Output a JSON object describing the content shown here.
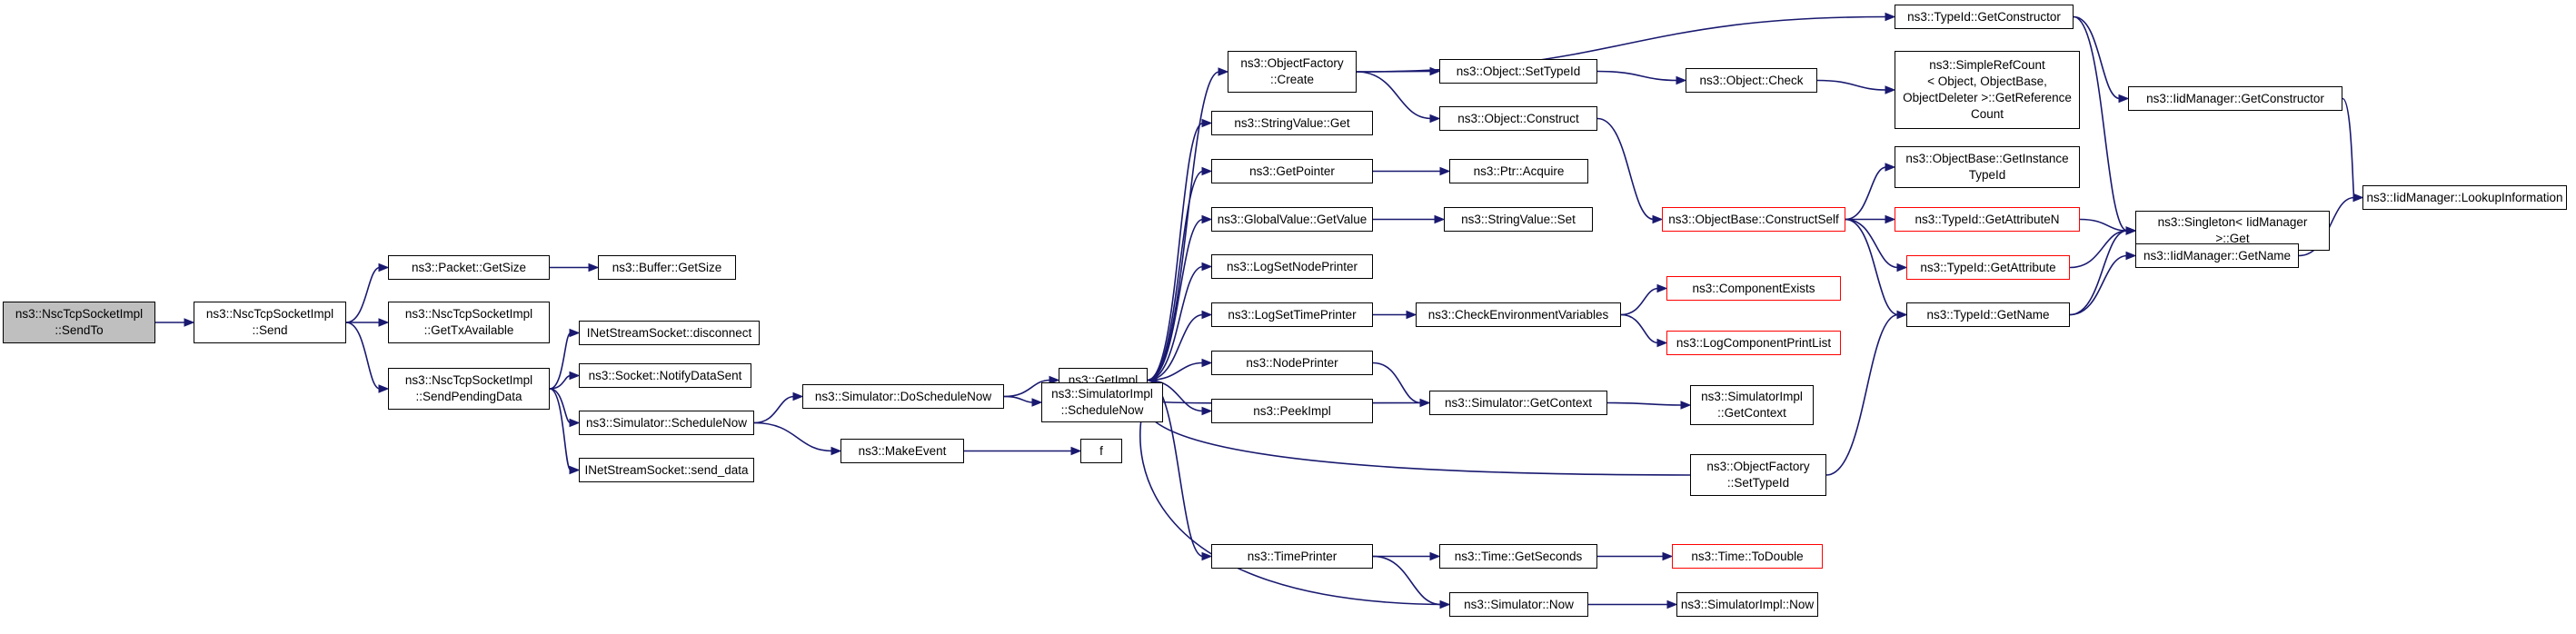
{
  "colors": {
    "edge": "#191970",
    "border": "#000000",
    "truncated_border": "#ff0000",
    "root_fill": "#bfbfbf"
  },
  "nodes": [
    {
      "id": "sendto",
      "label": "ns3::NscTcpSocketImpl\n::SendTo",
      "type": "root"
    },
    {
      "id": "send",
      "label": "ns3::NscTcpSocketImpl\n::Send"
    },
    {
      "id": "getsize",
      "label": "ns3::Packet::GetSize"
    },
    {
      "id": "buffergetsize",
      "label": "ns3::Buffer::GetSize"
    },
    {
      "id": "gettx",
      "label": "ns3::NscTcpSocketImpl\n::GetTxAvailable"
    },
    {
      "id": "sendpending",
      "label": "ns3::NscTcpSocketImpl\n::SendPendingData"
    },
    {
      "id": "disconnect",
      "label": "INetStreamSocket::disconnect"
    },
    {
      "id": "notifydata",
      "label": "ns3::Socket::NotifyDataSent"
    },
    {
      "id": "schednow",
      "label": "ns3::Simulator::ScheduleNow"
    },
    {
      "id": "senddata",
      "label": "INetStreamSocket::send_data"
    },
    {
      "id": "doschednow",
      "label": "ns3::Simulator::DoScheduleNow"
    },
    {
      "id": "makeevent",
      "label": "ns3::MakeEvent"
    },
    {
      "id": "getimpl",
      "label": "ns3::GetImpl"
    },
    {
      "id": "simimplsched",
      "label": "ns3::SimulatorImpl\n::ScheduleNow"
    },
    {
      "id": "f",
      "label": "f"
    },
    {
      "id": "objfactcreate",
      "label": "ns3::ObjectFactory\n::Create"
    },
    {
      "id": "strvalget",
      "label": "ns3::StringValue::Get"
    },
    {
      "id": "getpointer",
      "label": "ns3::GetPointer"
    },
    {
      "id": "globalget",
      "label": "ns3::GlobalValue::GetValue"
    },
    {
      "id": "logsetnode",
      "label": "ns3::LogSetNodePrinter"
    },
    {
      "id": "logsettime",
      "label": "ns3::LogSetTimePrinter"
    },
    {
      "id": "nodeprinter",
      "label": "ns3::NodePrinter"
    },
    {
      "id": "peekimpl",
      "label": "ns3::PeekImpl"
    },
    {
      "id": "timeprinter",
      "label": "ns3::TimePrinter"
    },
    {
      "id": "objsettypeid",
      "label": "ns3::Object::SetTypeId"
    },
    {
      "id": "objconstruct",
      "label": "ns3::Object::Construct"
    },
    {
      "id": "ptracquire",
      "label": "ns3::Ptr::Acquire"
    },
    {
      "id": "strvalset",
      "label": "ns3::StringValue::Set"
    },
    {
      "id": "checkenv",
      "label": "ns3::CheckEnvironmentVariables"
    },
    {
      "id": "simgetctx",
      "label": "ns3::Simulator::GetContext"
    },
    {
      "id": "timegetsec",
      "label": "ns3::Time::GetSeconds"
    },
    {
      "id": "simnow",
      "label": "ns3::Simulator::Now"
    },
    {
      "id": "typeidgetctor",
      "label": "ns3::TypeId::GetConstructor"
    },
    {
      "id": "objcheck",
      "label": "ns3::Object::Check"
    },
    {
      "id": "simplerefcount",
      "label": "ns3::SimpleRefCount\n< Object, ObjectBase,\nObjectDeleter >::GetReference\nCount"
    },
    {
      "id": "objbasegetinst",
      "label": "ns3::ObjectBase::GetInstance\nTypeId"
    },
    {
      "id": "constructself",
      "label": "ns3::ObjectBase::ConstructSelf",
      "type": "red"
    },
    {
      "id": "typeidgetattrn",
      "label": "ns3::TypeId::GetAttributeN",
      "type": "red"
    },
    {
      "id": "typeidgetattr",
      "label": "ns3::TypeId::GetAttribute",
      "type": "red"
    },
    {
      "id": "typeidgetname",
      "label": "ns3::TypeId::GetName"
    },
    {
      "id": "compexists",
      "label": "ns3::ComponentExists",
      "type": "red"
    },
    {
      "id": "logcompprint",
      "label": "ns3::LogComponentPrintList",
      "type": "red"
    },
    {
      "id": "simimplgetctx",
      "label": "ns3::SimulatorImpl\n::GetContext"
    },
    {
      "id": "objfactsettypeid",
      "label": "ns3::ObjectFactory\n::SetTypeId"
    },
    {
      "id": "timetodouble",
      "label": "ns3::Time::ToDouble",
      "type": "red"
    },
    {
      "id": "simimplnow",
      "label": "ns3::SimulatorImpl::Now"
    },
    {
      "id": "iidgetctor",
      "label": "ns3::IidManager::GetConstructor"
    },
    {
      "id": "singletonget",
      "label": "ns3::Singleton< IidManager\n>::Get"
    },
    {
      "id": "iidgetname",
      "label": "ns3::IidManager::GetName"
    },
    {
      "id": "iidlookup",
      "label": "ns3::IidManager::LookupInformation"
    }
  ],
  "edges": [
    [
      "sendto",
      "send"
    ],
    [
      "send",
      "getsize"
    ],
    [
      "send",
      "gettx"
    ],
    [
      "send",
      "sendpending"
    ],
    [
      "getsize",
      "buffergetsize"
    ],
    [
      "sendpending",
      "disconnect"
    ],
    [
      "sendpending",
      "notifydata"
    ],
    [
      "sendpending",
      "schednow"
    ],
    [
      "sendpending",
      "senddata"
    ],
    [
      "schednow",
      "doschednow"
    ],
    [
      "schednow",
      "makeevent"
    ],
    [
      "doschednow",
      "getimpl"
    ],
    [
      "doschednow",
      "simimplsched"
    ],
    [
      "makeevent",
      "f"
    ],
    [
      "getimpl",
      "objfactcreate"
    ],
    [
      "getimpl",
      "strvalget"
    ],
    [
      "getimpl",
      "getpointer"
    ],
    [
      "getimpl",
      "globalget"
    ],
    [
      "getimpl",
      "logsetnode"
    ],
    [
      "getimpl",
      "logsettime"
    ],
    [
      "getimpl",
      "nodeprinter"
    ],
    [
      "getimpl",
      "peekimpl"
    ],
    [
      "getimpl",
      "timeprinter"
    ],
    [
      "objfactcreate",
      "typeidgetctor"
    ],
    [
      "objfactcreate",
      "objsettypeid"
    ],
    [
      "objfactcreate",
      "objconstruct"
    ],
    [
      "getpointer",
      "ptracquire"
    ],
    [
      "globalget",
      "strvalset"
    ],
    [
      "logsettime",
      "checkenv"
    ],
    [
      "nodeprinter",
      "simgetctx"
    ],
    [
      "timeprinter",
      "timegetsec"
    ],
    [
      "timeprinter",
      "simnow"
    ],
    [
      "objsettypeid",
      "objcheck"
    ],
    [
      "objcheck",
      "simplerefcount"
    ],
    [
      "objconstruct",
      "constructself"
    ],
    [
      "constructself",
      "objbasegetinst"
    ],
    [
      "constructself",
      "typeidgetattrn"
    ],
    [
      "constructself",
      "typeidgetattr"
    ],
    [
      "constructself",
      "typeidgetname"
    ],
    [
      "checkenv",
      "compexists"
    ],
    [
      "checkenv",
      "logcompprint"
    ],
    [
      "simgetctx",
      "simimplgetctx"
    ],
    [
      "timegetsec",
      "timetodouble"
    ],
    [
      "simnow",
      "simimplnow"
    ],
    [
      "simnow",
      "getimpl"
    ],
    [
      "simgetctx",
      "getimpl"
    ],
    [
      "objfactsettypeid",
      "getimpl"
    ],
    [
      "objfactsettypeid",
      "typeidgetname"
    ],
    [
      "typeidgetctor",
      "iidgetctor"
    ],
    [
      "typeidgetctor",
      "singletonget"
    ],
    [
      "typeidgetattrn",
      "singletonget"
    ],
    [
      "typeidgetattr",
      "singletonget"
    ],
    [
      "typeidgetname",
      "singletonget"
    ],
    [
      "typeidgetname",
      "iidgetname"
    ],
    [
      "iidgetctor",
      "iidlookup"
    ],
    [
      "iidgetname",
      "iidlookup"
    ]
  ]
}
